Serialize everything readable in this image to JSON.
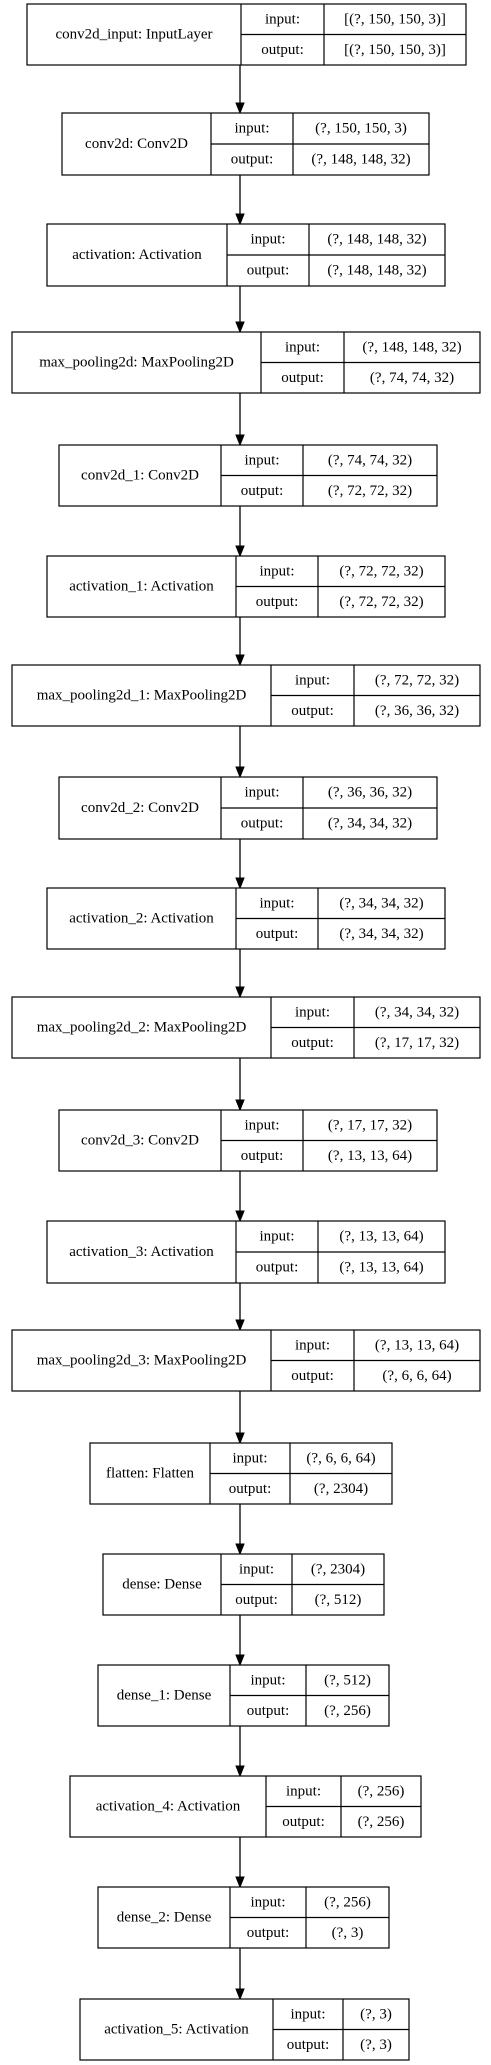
{
  "nodes": [
    {
      "name": "conv2d_input: InputLayer",
      "input_label": "input:",
      "output_label": "output:",
      "input": "[(?, 150, 150, 3)]",
      "output": "[(?, 150, 150, 3)]"
    },
    {
      "name": "conv2d: Conv2D",
      "input_label": "input:",
      "output_label": "output:",
      "input": "(?, 150, 150, 3)",
      "output": "(?, 148, 148, 32)"
    },
    {
      "name": "activation: Activation",
      "input_label": "input:",
      "output_label": "output:",
      "input": "(?, 148, 148, 32)",
      "output": "(?, 148, 148, 32)"
    },
    {
      "name": "max_pooling2d: MaxPooling2D",
      "input_label": "input:",
      "output_label": "output:",
      "input": "(?, 148, 148, 32)",
      "output": "(?, 74, 74, 32)"
    },
    {
      "name": "conv2d_1: Conv2D",
      "input_label": "input:",
      "output_label": "output:",
      "input": "(?, 74, 74, 32)",
      "output": "(?, 72, 72, 32)"
    },
    {
      "name": "activation_1: Activation",
      "input_label": "input:",
      "output_label": "output:",
      "input": "(?, 72, 72, 32)",
      "output": "(?, 72, 72, 32)"
    },
    {
      "name": "max_pooling2d_1: MaxPooling2D",
      "input_label": "input:",
      "output_label": "output:",
      "input": "(?, 72, 72, 32)",
      "output": "(?, 36, 36, 32)"
    },
    {
      "name": "conv2d_2: Conv2D",
      "input_label": "input:",
      "output_label": "output:",
      "input": "(?, 36, 36, 32)",
      "output": "(?, 34, 34, 32)"
    },
    {
      "name": "activation_2: Activation",
      "input_label": "input:",
      "output_label": "output:",
      "input": "(?, 34, 34, 32)",
      "output": "(?, 34, 34, 32)"
    },
    {
      "name": "max_pooling2d_2: MaxPooling2D",
      "input_label": "input:",
      "output_label": "output:",
      "input": "(?, 34, 34, 32)",
      "output": "(?, 17, 17, 32)"
    },
    {
      "name": "conv2d_3: Conv2D",
      "input_label": "input:",
      "output_label": "output:",
      "input": "(?, 17, 17, 32)",
      "output": "(?, 13, 13, 64)"
    },
    {
      "name": "activation_3: Activation",
      "input_label": "input:",
      "output_label": "output:",
      "input": "(?, 13, 13, 64)",
      "output": "(?, 13, 13, 64)"
    },
    {
      "name": "max_pooling2d_3: MaxPooling2D",
      "input_label": "input:",
      "output_label": "output:",
      "input": "(?, 13, 13, 64)",
      "output": "(?, 6, 6, 64)"
    },
    {
      "name": "flatten: Flatten",
      "input_label": "input:",
      "output_label": "output:",
      "input": "(?, 6, 6, 64)",
      "output": "(?, 2304)"
    },
    {
      "name": "dense: Dense",
      "input_label": "input:",
      "output_label": "output:",
      "input": "(?, 2304)",
      "output": "(?, 512)"
    },
    {
      "name": "dense_1: Dense",
      "input_label": "input:",
      "output_label": "output:",
      "input": "(?, 512)",
      "output": "(?, 256)"
    },
    {
      "name": "activation_4: Activation",
      "input_label": "input:",
      "output_label": "output:",
      "input": "(?, 256)",
      "output": "(?, 256)"
    },
    {
      "name": "dense_2: Dense",
      "input_label": "input:",
      "output_label": "output:",
      "input": "(?, 256)",
      "output": "(?, 3)"
    },
    {
      "name": "activation_5: Activation",
      "input_label": "input:",
      "output_label": "output:",
      "input": "(?, 3)",
      "output": "(?, 3)"
    }
  ],
  "edges": [
    [
      "conv2d_input: InputLayer",
      "conv2d: Conv2D"
    ],
    [
      "conv2d: Conv2D",
      "activation: Activation"
    ],
    [
      "activation: Activation",
      "max_pooling2d: MaxPooling2D"
    ],
    [
      "max_pooling2d: MaxPooling2D",
      "conv2d_1: Conv2D"
    ],
    [
      "conv2d_1: Conv2D",
      "activation_1: Activation"
    ],
    [
      "activation_1: Activation",
      "max_pooling2d_1: MaxPooling2D"
    ],
    [
      "max_pooling2d_1: MaxPooling2D",
      "conv2d_2: Conv2D"
    ],
    [
      "conv2d_2: Conv2D",
      "activation_2: Activation"
    ],
    [
      "activation_2: Activation",
      "max_pooling2d_2: MaxPooling2D"
    ],
    [
      "max_pooling2d_2: MaxPooling2D",
      "conv2d_3: Conv2D"
    ],
    [
      "conv2d_3: Conv2D",
      "activation_3: Activation"
    ],
    [
      "activation_3: Activation",
      "max_pooling2d_3: MaxPooling2D"
    ],
    [
      "max_pooling2d_3: MaxPooling2D",
      "flatten: Flatten"
    ],
    [
      "flatten: Flatten",
      "dense: Dense"
    ],
    [
      "dense: Dense",
      "dense_1: Dense"
    ],
    [
      "dense_1: Dense",
      "activation_4: Activation"
    ],
    [
      "activation_4: Activation",
      "dense_2: Dense"
    ],
    [
      "dense_2: Dense",
      "activation_5: Activation"
    ]
  ]
}
